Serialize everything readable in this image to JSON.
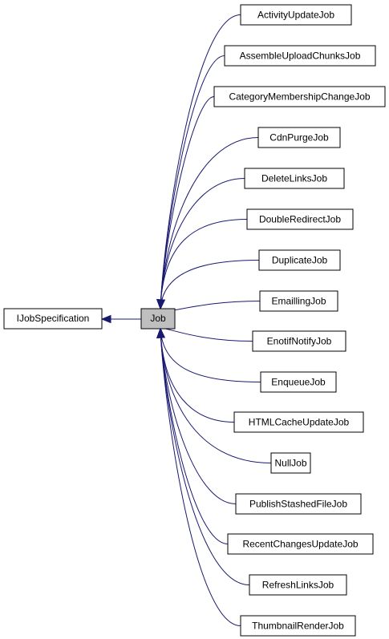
{
  "base_class": {
    "label": "IJobSpecification"
  },
  "focus_class": {
    "label": "Job"
  },
  "subclasses": [
    {
      "label": "ActivityUpdateJob"
    },
    {
      "label": "AssembleUploadChunksJob"
    },
    {
      "label": "CategoryMembershipChangeJob"
    },
    {
      "label": "CdnPurgeJob"
    },
    {
      "label": "DeleteLinksJob"
    },
    {
      "label": "DoubleRedirectJob"
    },
    {
      "label": "DuplicateJob"
    },
    {
      "label": "EmaillingJob"
    },
    {
      "label": "EnotifNotifyJob"
    },
    {
      "label": "EnqueueJob"
    },
    {
      "label": "HTMLCacheUpdateJob"
    },
    {
      "label": "NullJob"
    },
    {
      "label": "PublishStashedFileJob"
    },
    {
      "label": "RecentChangesUpdateJob"
    },
    {
      "label": "RefreshLinksJob"
    },
    {
      "label": "ThumbnailRenderJob"
    }
  ],
  "colors": {
    "edge": "#191970",
    "focus_fill": "#bfbfbf",
    "node_fill": "#ffffff",
    "node_stroke": "#000000"
  }
}
